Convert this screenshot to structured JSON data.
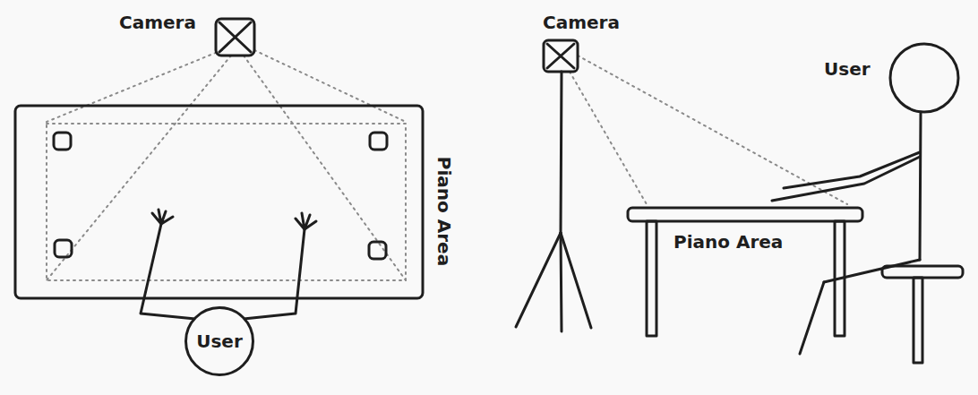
{
  "diagram": {
    "nodes": [
      {
        "text": [
          "User"
        ]
      }
    ],
    "labels": [
      "Camera",
      "Piano Area",
      "Camera",
      "User",
      "Piano Area"
    ]
  }
}
